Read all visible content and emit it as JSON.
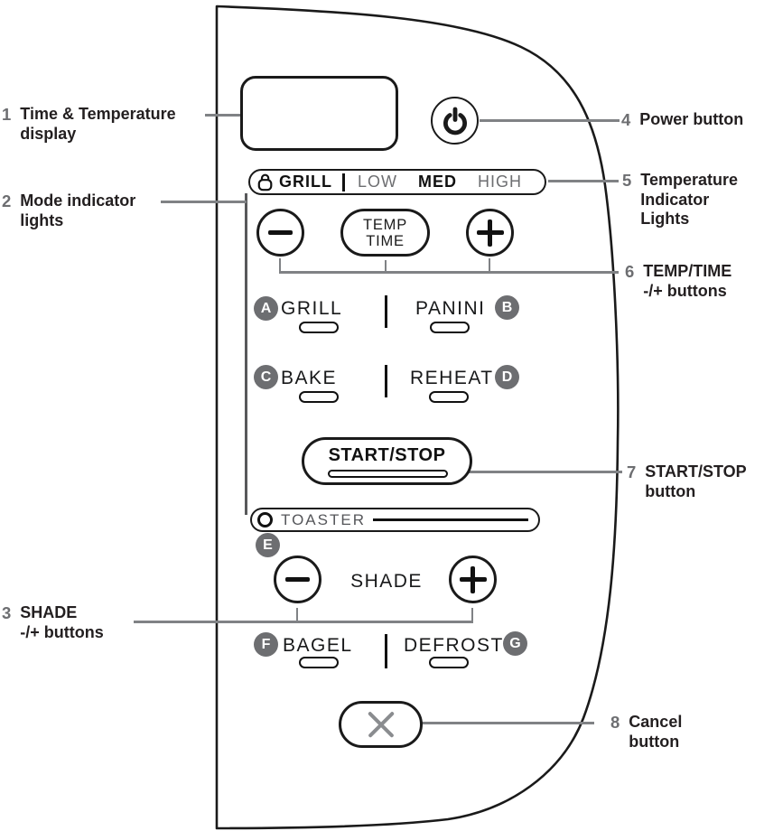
{
  "colors": {
    "panel_outline": "#1a1a1a",
    "callout_text": "#231f20",
    "callout_number_gray": "#6d6e71",
    "callout_line_gray": "#808285",
    "badge_gray": "#6d6e71",
    "inactive_level_gray": "#6d6e71",
    "toaster_label_gray": "#55565a",
    "cancel_x_gray": "#8a8c8f"
  },
  "icons": {
    "power-icon": "⏻",
    "lock-icon": "padlock outline",
    "minus-icon": "−",
    "plus-icon": "+",
    "x-icon": "✕",
    "toaster-light-icon": "○"
  },
  "callouts": {
    "left": [
      {
        "num": "1",
        "lines": [
          "Time & Temperature",
          "display"
        ]
      },
      {
        "num": "2",
        "lines": [
          "Mode indicator",
          "lights"
        ]
      },
      {
        "num": "3",
        "lines": [
          "SHADE",
          "-/+ buttons"
        ]
      }
    ],
    "right": [
      {
        "num": "4",
        "lines": [
          "Power button"
        ]
      },
      {
        "num": "5",
        "lines": [
          "Temperature",
          "Indicator",
          "Lights"
        ]
      },
      {
        "num": "6",
        "lines": [
          "TEMP/TIME",
          "-/+ buttons"
        ]
      },
      {
        "num": "7",
        "lines": [
          "START/STOP",
          "button"
        ]
      },
      {
        "num": "8",
        "lines": [
          "Cancel",
          "button"
        ]
      }
    ]
  },
  "panel": {
    "temp_indicator_row": {
      "mode_label": "GRILL",
      "levels": [
        {
          "label": "LOW",
          "active": false
        },
        {
          "label": "MED",
          "active": true
        },
        {
          "label": "HIGH",
          "active": false
        }
      ]
    },
    "temp_time_button": {
      "lines": [
        "TEMP",
        "TIME"
      ]
    },
    "mode_buttons": [
      {
        "badge": "A",
        "label": "GRILL"
      },
      {
        "badge": "B",
        "label": "PANINI"
      },
      {
        "badge": "C",
        "label": "BAKE"
      },
      {
        "badge": "D",
        "label": "REHEAT"
      },
      {
        "badge": "E",
        "label": "TOASTER"
      },
      {
        "badge": "F",
        "label": "BAGEL"
      },
      {
        "badge": "G",
        "label": "DEFROST"
      }
    ],
    "start_stop_button": "START/STOP",
    "shade_label": "SHADE"
  }
}
